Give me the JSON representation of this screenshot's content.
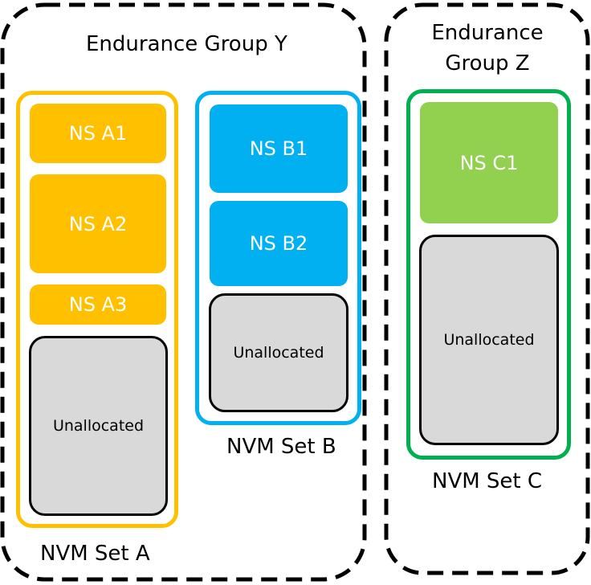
{
  "colors": {
    "group_border": "#000000",
    "set_a": "#ffc000",
    "set_b": "#00b0f0",
    "set_c": "#00b050",
    "ns_c_fill": "#92d050",
    "unallocated_fill": "#d9d9d9"
  },
  "group_y": {
    "title": "Endurance Group Y",
    "set_a": {
      "label": "NVM Set A",
      "namespaces": [
        "NS A1",
        "NS A2",
        "NS A3"
      ],
      "unallocated": "Unallocated"
    },
    "set_b": {
      "label": "NVM Set B",
      "namespaces": [
        "NS B1",
        "NS B2"
      ],
      "unallocated": "Unallocated"
    }
  },
  "group_z": {
    "title_line1": "Endurance",
    "title_line2": "Group Z",
    "set_c": {
      "label": "NVM Set C",
      "namespaces": [
        "NS C1"
      ],
      "unallocated": "Unallocated"
    }
  }
}
